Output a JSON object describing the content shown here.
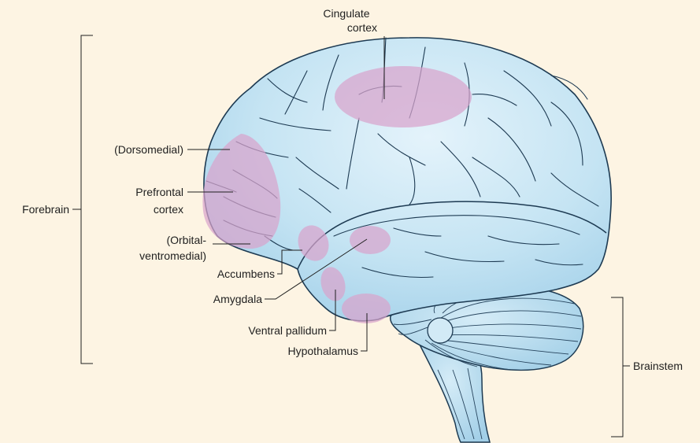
{
  "labels": {
    "cingulate_l1": "Cingulate",
    "cingulate_l2": "cortex",
    "dorsomedial": "(Dorsomedial)",
    "prefrontal_l1": "Prefrontal",
    "prefrontal_l2": "cortex",
    "orbital_l1": "(Orbital-",
    "orbital_l2": "ventromedial)",
    "accumbens": "Accumbens",
    "amygdala": "Amygdala",
    "ventral_pallidum": "Ventral pallidum",
    "hypothalamus": "Hypothalamus",
    "forebrain": "Forebrain",
    "brainstem": "Brainstem"
  },
  "colors": {
    "background": "#fdf4e3",
    "brain_fill": "#c5e4f3",
    "brain_outline": "#1d3a52",
    "highlight_region": "#d8a3cc"
  }
}
